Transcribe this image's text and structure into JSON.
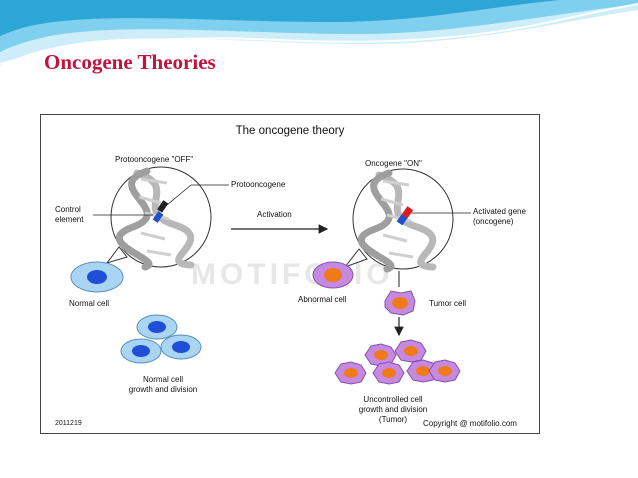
{
  "slide": {
    "title": "Oncogene Theories",
    "banner_colors": [
      "#2aa8d8",
      "#7cd0ee",
      "#c8ecf8"
    ]
  },
  "figure": {
    "title": "The oncogene theory",
    "left_header": "Protooncogene \"OFF\"",
    "right_header": "Oncogene \"ON\"",
    "control_element": [
      "Control",
      "element"
    ],
    "protooncogene": "Protooncogene",
    "activation": "Activation",
    "activated_gene": [
      "Activated gene",
      "(oncogene)"
    ],
    "normal_cell": "Normal cell",
    "abnormal_cell": "Abnormal cell",
    "tumor_cell": "Tumor cell",
    "normal_growth": [
      "Normal cell",
      "growth and division"
    ],
    "uncontrolled_growth": [
      "Uncontrolled cell",
      "growth and division",
      "(Tumor)"
    ],
    "copyright": "Copyright @ motifolio.com",
    "figure_id": "2011219",
    "watermark": "MOTIFOLIO",
    "colors": {
      "normal_cell": "#a9d4f2",
      "normal_nucleus": "#1f4fd6",
      "abnormal_cell": "#c58ae0",
      "abnormal_nucleus": "#f07a1a",
      "gene_off": "#2250c8",
      "gene_on": "#d81e1e"
    }
  }
}
